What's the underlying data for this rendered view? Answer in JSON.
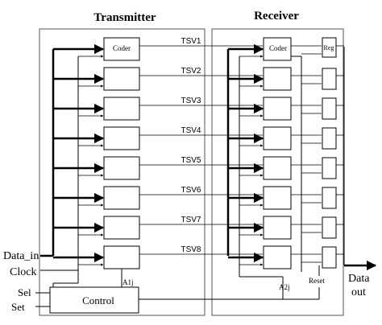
{
  "titles": {
    "transmitter": "Transmitter",
    "receiver": "Receiver"
  },
  "tsv_labels": [
    "TSV1",
    "TSV2",
    "TSV3",
    "TSV4",
    "TSV5",
    "TSV6",
    "TSV7",
    "TSV8"
  ],
  "blocks": {
    "coder_tx": "Coder",
    "coder_rx": "Coder",
    "reg": "Reg",
    "control": "Control"
  },
  "signals": {
    "data_in": "Data_in",
    "clock": "Clock",
    "sel": "Sel",
    "set": "Set",
    "a1j": "A1j",
    "a2j": "A2j",
    "reset": "Reset",
    "data_out_line1": "Data",
    "data_out_line2": "out"
  }
}
